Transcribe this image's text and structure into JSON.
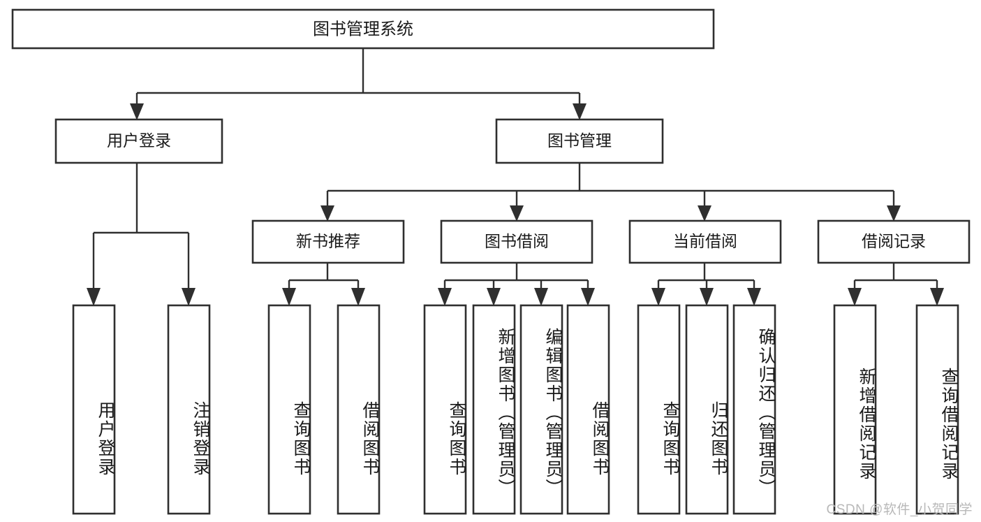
{
  "diagram": {
    "title": "图书管理系统",
    "type": "hierarchy-tree",
    "orientation": "top-down",
    "colors": {
      "box_stroke": "#2f2f2f",
      "box_fill": "#ffffff",
      "edge": "#2f2f2f",
      "text": "#1a1a1a",
      "background": "#ffffff",
      "watermark": "#b8b8b8"
    },
    "levels": {
      "root": {
        "label": "图书管理系统"
      },
      "level2": [
        {
          "id": "user-login",
          "label": "用户登录"
        },
        {
          "id": "book-management",
          "label": "图书管理"
        }
      ],
      "level3": [
        {
          "id": "new-book-recommend",
          "label": "新书推荐",
          "parent": "book-management"
        },
        {
          "id": "book-borrow",
          "label": "图书借阅",
          "parent": "book-management"
        },
        {
          "id": "current-borrow",
          "label": "当前借阅",
          "parent": "book-management"
        },
        {
          "id": "borrow-record",
          "label": "借阅记录",
          "parent": "book-management"
        }
      ],
      "leaves": [
        {
          "id": "leaf-user-login",
          "label": "用户登录",
          "parent": "user-login"
        },
        {
          "id": "leaf-logout-login",
          "label": "注销登录",
          "parent": "user-login"
        },
        {
          "id": "leaf-query-book-1",
          "label": "查询图书",
          "parent": "new-book-recommend"
        },
        {
          "id": "leaf-borrow-book-1",
          "label": "借阅图书",
          "parent": "new-book-recommend"
        },
        {
          "id": "leaf-query-book-2",
          "label": "查询图书",
          "parent": "book-borrow"
        },
        {
          "id": "leaf-add-book",
          "label": "新增图书（管理员）",
          "parent": "book-borrow"
        },
        {
          "id": "leaf-edit-book",
          "label": "编辑图书（管理员）",
          "parent": "book-borrow"
        },
        {
          "id": "leaf-borrow-book-2",
          "label": "借阅图书",
          "parent": "book-borrow"
        },
        {
          "id": "leaf-query-book-3",
          "label": "查询图书",
          "parent": "current-borrow"
        },
        {
          "id": "leaf-return-book",
          "label": "归还图书",
          "parent": "current-borrow"
        },
        {
          "id": "leaf-confirm-return",
          "label": "确认归还（管理员）",
          "parent": "current-borrow"
        },
        {
          "id": "leaf-add-record",
          "label": "新增借阅记录",
          "parent": "borrow-record"
        },
        {
          "id": "leaf-query-record",
          "label": "查询借阅记录",
          "parent": "borrow-record"
        }
      ]
    }
  },
  "watermark": {
    "text": "CSDN @软件_小贺同学"
  }
}
